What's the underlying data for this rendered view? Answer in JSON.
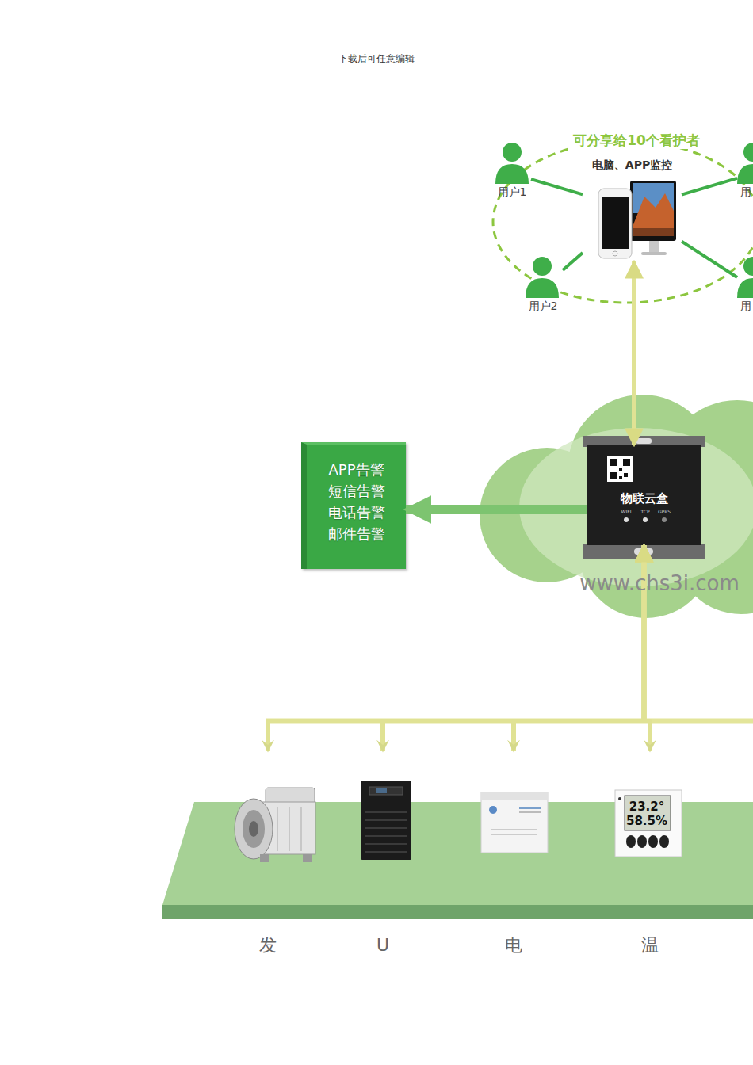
{
  "diagram": {
    "nodes": [
      {
        "text": [
          "用户1"
        ]
      },
      {
        "text": [
          "用"
        ]
      },
      {
        "text": [
          "电脑、APP监控"
        ]
      },
      {
        "text": [
          "用户2"
        ]
      },
      {
        "text": [
          "用"
        ]
      },
      {
        "text": [
          "APP告警",
          "短信告警",
          "电话告警",
          "邮件告警"
        ]
      },
      {
        "text": [
          "物联云盒"
        ]
      },
      {
        "text": [
          "发"
        ]
      },
      {
        "text": [
          "U"
        ]
      },
      {
        "text": [
          "电"
        ]
      },
      {
        "text": [
          "温"
        ]
      }
    ],
    "edges": [
      {
        "from": 0,
        "to": 2,
        "arrow": "none"
      },
      {
        "from": 1,
        "to": 2,
        "arrow": "none"
      },
      {
        "from": 3,
        "to": 2,
        "arrow": "none"
      },
      {
        "from": 4,
        "to": 2,
        "arrow": "none"
      },
      {
        "from": 2,
        "to": 6,
        "arrow": "both"
      },
      {
        "from": 6,
        "to": 5,
        "arrow": "to"
      },
      {
        "from": 6,
        "to": 7,
        "arrow": "both"
      },
      {
        "from": 6,
        "to": 8,
        "arrow": "both"
      },
      {
        "from": 6,
        "to": 9,
        "arrow": "both"
      },
      {
        "from": 6,
        "to": 10,
        "arrow": "both"
      }
    ],
    "labels": [
      "下载后可任意编辑",
      "可分享给10个看护者",
      "WIFI",
      "TCP",
      "GPRS",
      "www.chs3i.com",
      "23.2°",
      "58.5%"
    ]
  }
}
